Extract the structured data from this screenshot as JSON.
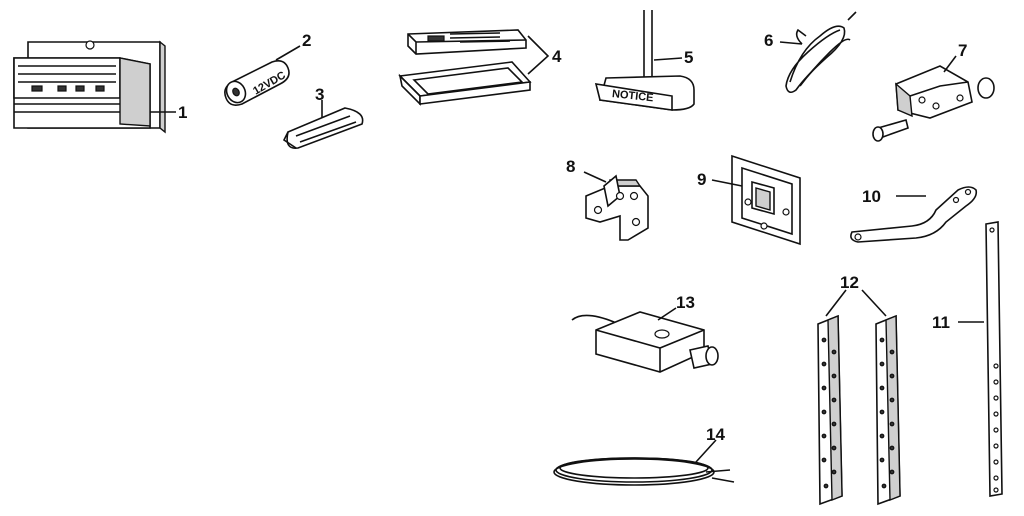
{
  "parts": [
    {
      "id": "1",
      "name": "receiver-unit"
    },
    {
      "id": "2",
      "name": "battery",
      "text": "12VDC"
    },
    {
      "id": "3",
      "name": "visor-clip"
    },
    {
      "id": "4",
      "name": "wall-control-case"
    },
    {
      "id": "5",
      "name": "notice-tag",
      "text": "NOTICE"
    },
    {
      "id": "6",
      "name": "wire-bundle"
    },
    {
      "id": "7",
      "name": "door-bracket-hardware"
    },
    {
      "id": "8",
      "name": "bracket-8"
    },
    {
      "id": "9",
      "name": "bracket-9"
    },
    {
      "id": "10",
      "name": "curved-arm"
    },
    {
      "id": "11",
      "name": "long-rail"
    },
    {
      "id": "12",
      "name": "angle-irons"
    },
    {
      "id": "13",
      "name": "sensor-unit"
    },
    {
      "id": "14",
      "name": "cable-coil"
    }
  ],
  "colors": {
    "ink": "#111111",
    "paper": "#ffffff",
    "shade": "#cfcfcf"
  }
}
